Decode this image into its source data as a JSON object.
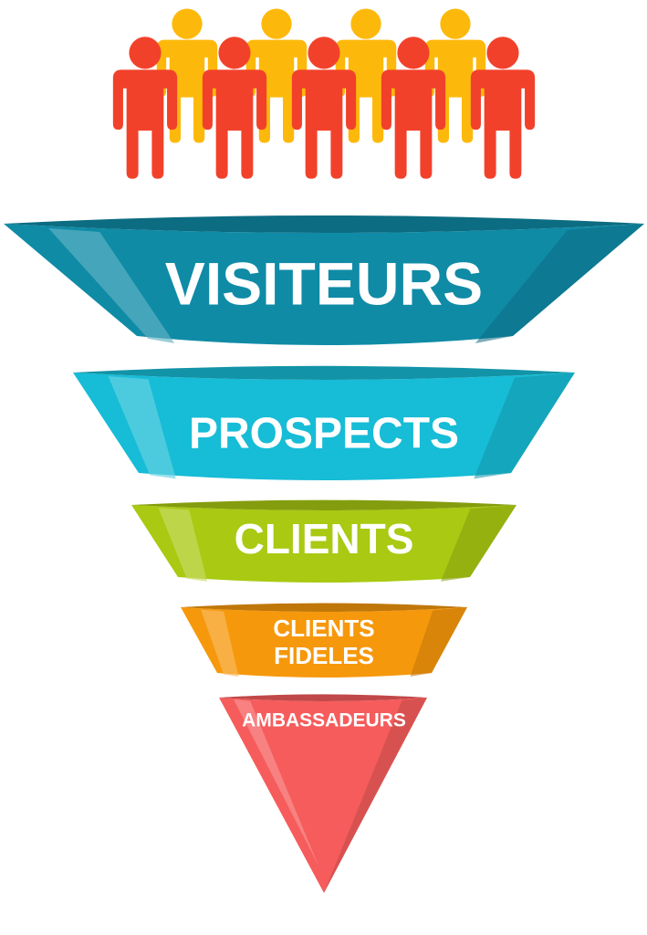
{
  "funnel": {
    "stages": [
      {
        "label": [
          "VISITEURS"
        ],
        "color": "#0F8BA6"
      },
      {
        "label": [
          "PROSPECTS"
        ],
        "color": "#17BCD6"
      },
      {
        "label": [
          "CLIENTS"
        ],
        "color": "#A9C912"
      },
      {
        "label": [
          "CLIENTS",
          "FIDELES"
        ],
        "color": "#F6980C"
      },
      {
        "label": [
          "AMBASSADEURS"
        ],
        "color": "#F65C5C"
      }
    ]
  },
  "people": {
    "back_color": "#FDB90B",
    "front_color": "#F2412B",
    "icon": "person-icon"
  }
}
